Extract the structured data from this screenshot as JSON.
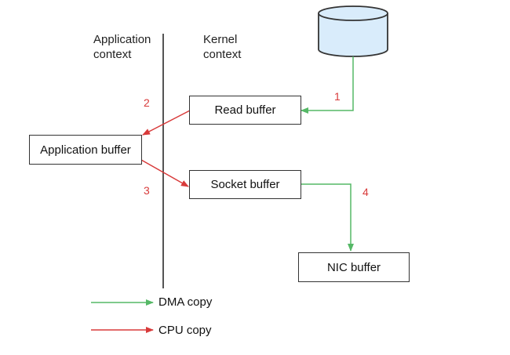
{
  "context_labels": {
    "application": [
      "Application",
      "context"
    ],
    "kernel": [
      "Kernel",
      "context"
    ]
  },
  "boxes": {
    "read_buffer": "Read buffer",
    "application_buffer": "Application buffer",
    "socket_buffer": "Socket buffer",
    "nic_buffer": "NIC buffer"
  },
  "steps": {
    "one": "1",
    "two": "2",
    "three": "3",
    "four": "4"
  },
  "legend": {
    "dma": "DMA copy",
    "cpu": "CPU copy"
  },
  "colors": {
    "dma": "#55b866",
    "cpu": "#d83a3a",
    "disk_fill": "#d9ecfb",
    "divider": "#555555"
  }
}
